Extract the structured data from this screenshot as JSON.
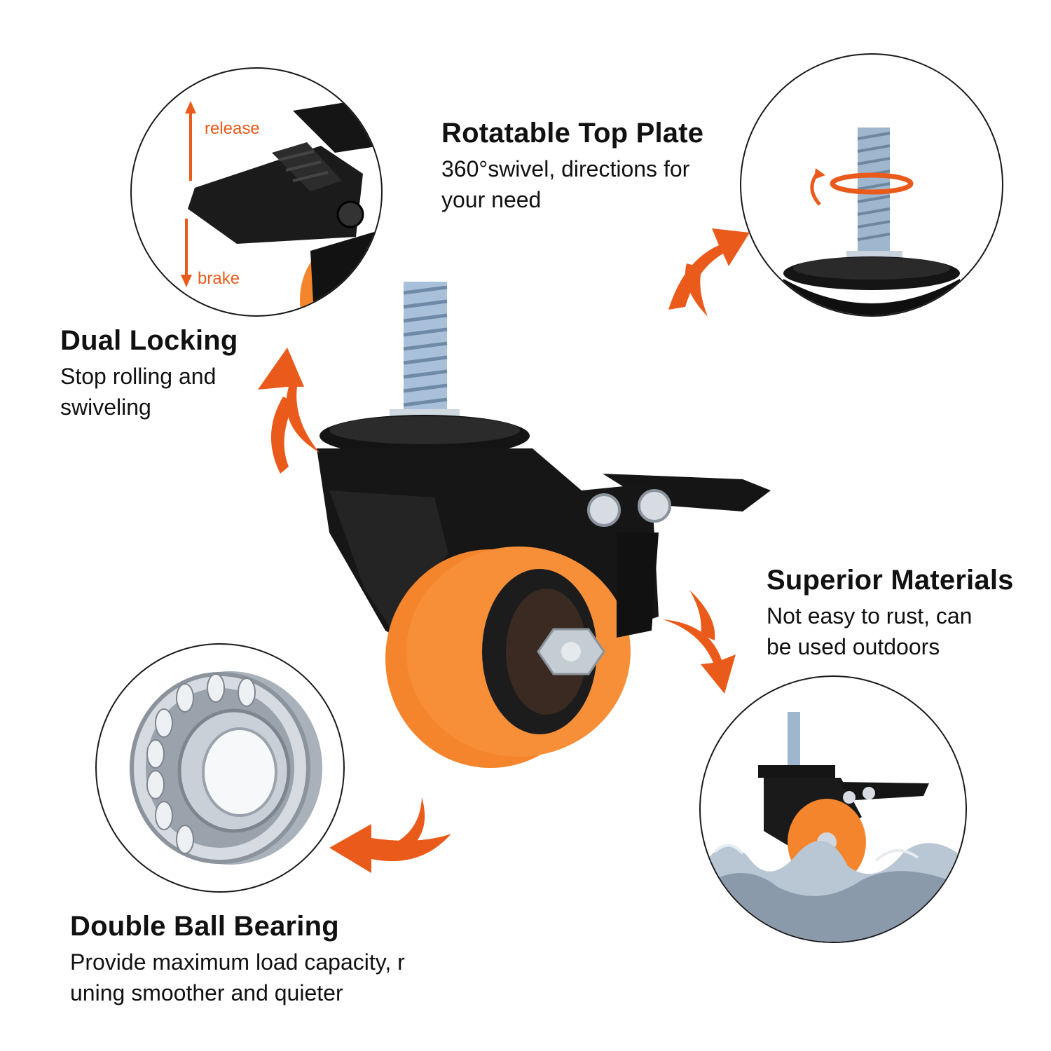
{
  "colors": {
    "accent": "#ea5b1b",
    "wheel": "#f5852c",
    "metal": "#bcc3cc",
    "bracket": "#111111"
  },
  "features": {
    "dual_locking": {
      "title": "Dual Locking",
      "description": "Stop rolling and\nswiveling"
    },
    "top_plate": {
      "title": "Rotatable Top Plate",
      "description": "360°swivel, directions for\nyour need"
    },
    "materials": {
      "title": "Superior Materials",
      "description": "Not easy to rust, can\nbe used outdoors"
    },
    "bearing": {
      "title": "Double Ball Bearing",
      "description": "Provide maximum load capacity, r\nuning smoother and quieter"
    }
  },
  "brake_detail": {
    "release_label": "release",
    "brake_label": "brake"
  },
  "icons": {
    "caster": "caster-wheel-icon",
    "brake": "brake-pedal-icon",
    "bolt": "swivel-bolt-icon",
    "bearing": "ball-bearing-icon",
    "water": "water-splash-icon"
  }
}
